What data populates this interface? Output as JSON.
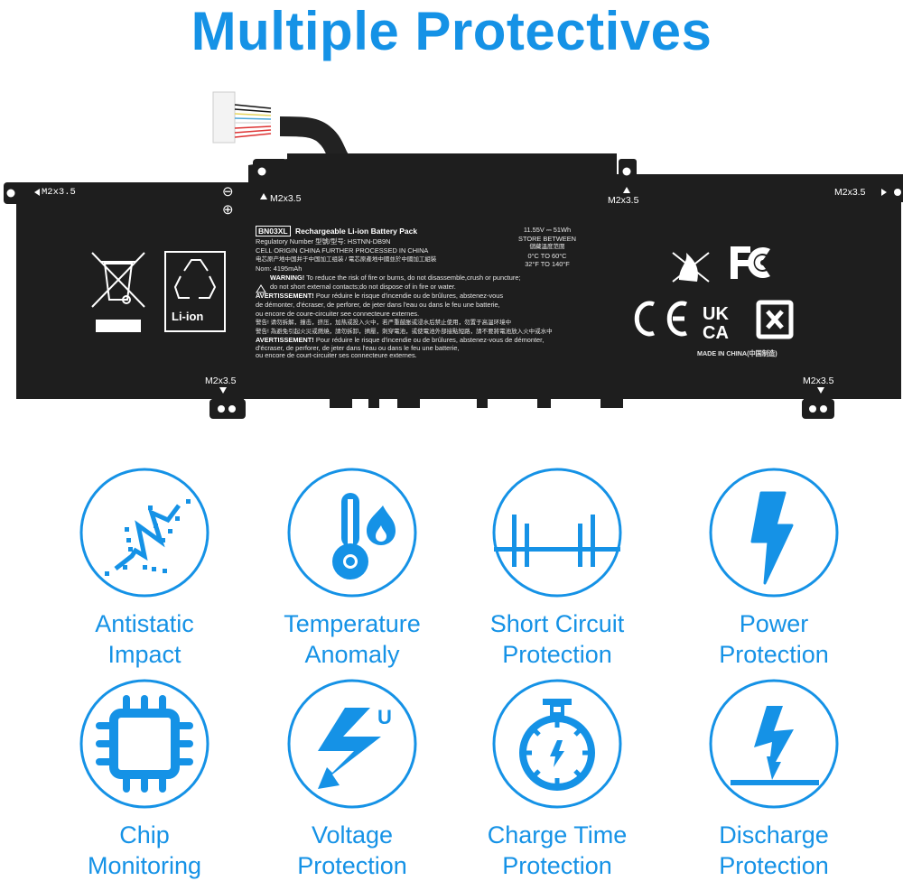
{
  "title": "Multiple Protectives",
  "colors": {
    "accent": "#1592e6",
    "battery_body": "#1e1e1e",
    "label_text": "#e6e6e6"
  },
  "battery": {
    "screw_labels": {
      "top_left": "M2x3.5",
      "top_center_left": "M2x3.5",
      "top_center_right": "M2x3.5",
      "top_right": "M2x3.5",
      "bottom_left": "M2x3.5",
      "bottom_right": "M2x3.5"
    },
    "polarity": {
      "negative": "⊖",
      "positive": "⊕"
    },
    "recycle_box_label": "Li-ion",
    "label": {
      "model": "BN03XL",
      "product": "Rechargeable Li-ion Battery Pack",
      "regulatory": "Regulatory Number 型號/型号: HSTNN-DB9N",
      "origin": "CELL ORIGIN CHINA FURTHER PROCESSED IN CHINA",
      "origin_cn": "电芯原产地中国并于中国加工组装 / 電芯原產地中國並於中國加工組裝",
      "nom": "Nom:  4195mAh",
      "warning_title": "WARNING!",
      "warning_text": "To reduce the risk of fire or burns, do not disassemble,crush or puncture;",
      "warning_text2": "do not short external contacts;do not dispose of in fire or water.",
      "avert1_title": "AVERTISSEMENT!",
      "avert1_text": "Pour réduire le risque d'incendie ou de brûlures, abstenez-vous",
      "avert1_text2": "de démonter, d'écraser, de  perforer, de jeter dans l'eau ou dans le feu une batterie,",
      "avert1_text3": "ou encore de coure-circuiter see connecteure externes.",
      "cn_warning1": "警告! 请勿拆解，撞击，挤压，加热或投入火中，若严重鼓胀或浸水后禁止使用，勿置于高温环境中",
      "cn_warning2": "警告! 為避免引起火災或燃燒，請勿拆卸，擠壓，刺穿電池，或使電池外部接點短路，請不要將電池放入火中或水中",
      "avert2_title": "AVERTISSEMENT!",
      "avert2_text": "Pour réduire le risque d'incendie ou de brûlures, abstenez-vous de démonter,",
      "avert2_text2": "d'écraser, de  perforer, de jeter dans l'eau ou dans le feu une batterie,",
      "avert2_text3": "ou encore de court-circuiter ses connecteure externes."
    },
    "spec": {
      "rating": "11.55V ⎓ 51Wh",
      "store": "STORE BETWEEN",
      "store_cn": "儲藏溫度范圍",
      "celsius": "0°C TO 60°C",
      "fahrenheit": "32°F TO 140°F"
    },
    "certifications": {
      "fcc": "FC",
      "ce": "CE",
      "ukca_top": "UK",
      "ukca_bottom": "CA"
    },
    "made_in": "MADE IN CHINA(中国制造)"
  },
  "features": [
    {
      "icon": "antistatic-icon",
      "line1": "Antistatic",
      "line2": "Impact"
    },
    {
      "icon": "temperature-icon",
      "line1": "Temperature",
      "line2": "Anomaly"
    },
    {
      "icon": "short-circuit-icon",
      "line1": "Short Circuit",
      "line2": "Protection"
    },
    {
      "icon": "power-icon",
      "line1": "Power",
      "line2": "Protection"
    },
    {
      "icon": "chip-icon",
      "line1": "Chip",
      "line2": "Monitoring"
    },
    {
      "icon": "voltage-icon",
      "line1": "Voltage",
      "line2": "Protection",
      "badge": "U"
    },
    {
      "icon": "stopwatch-icon",
      "line1": "Charge Time",
      "line2": "Protection"
    },
    {
      "icon": "discharge-icon",
      "line1": "Discharge",
      "line2": "Protection"
    }
  ]
}
